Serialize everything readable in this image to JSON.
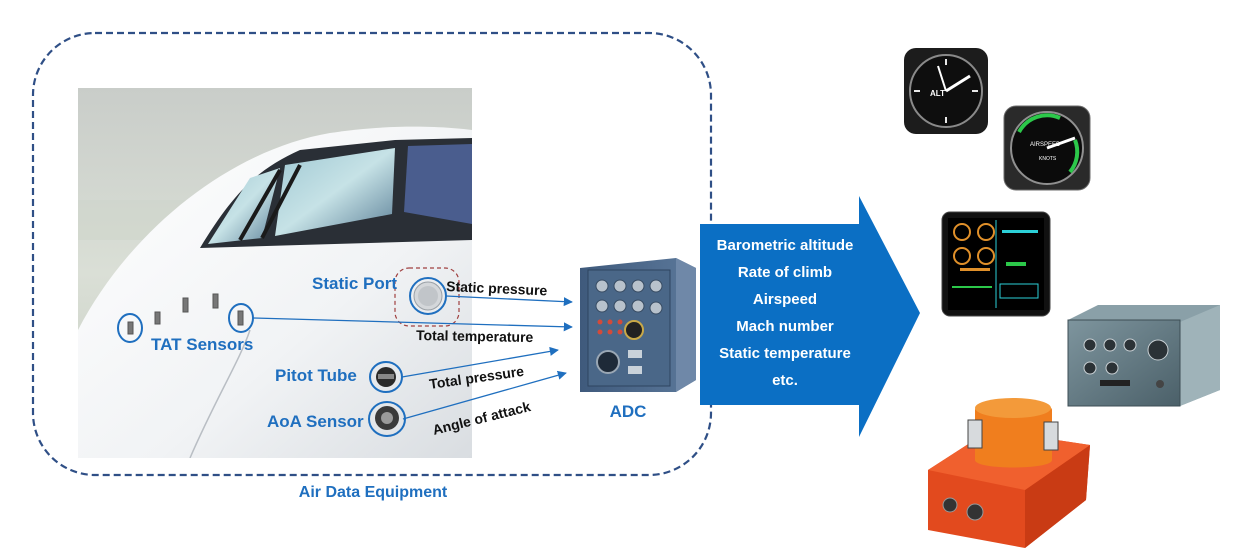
{
  "labels": {
    "static_port": "Static Port",
    "tat_sensors": "TAT Sensors",
    "pitot_tube": "Pitot Tube",
    "aoa_sensor": "AoA Sensor",
    "adc": "ADC",
    "air_data_equipment": "Air Data Equipment"
  },
  "signals": {
    "static_pressure": "Static pressure",
    "total_temperature": "Total temperature",
    "total_pressure": "Total pressure",
    "angle_of_attack": "Angle of attack"
  },
  "outputs": [
    "Barometric altitude",
    "Rate of climb",
    "Airspeed",
    "Mach number",
    "Static temperature",
    "etc."
  ],
  "instruments": {
    "altimeter_text": "ALT",
    "airspeed_text": "AIRSPEED",
    "airspeed_unit": "KNOTS"
  },
  "colors": {
    "accent_blue": "#1f6fbf",
    "arrow_blue": "#0b6fc4",
    "dashed_border": "#2f4f86",
    "recorder_orange": "#e24a1e"
  }
}
